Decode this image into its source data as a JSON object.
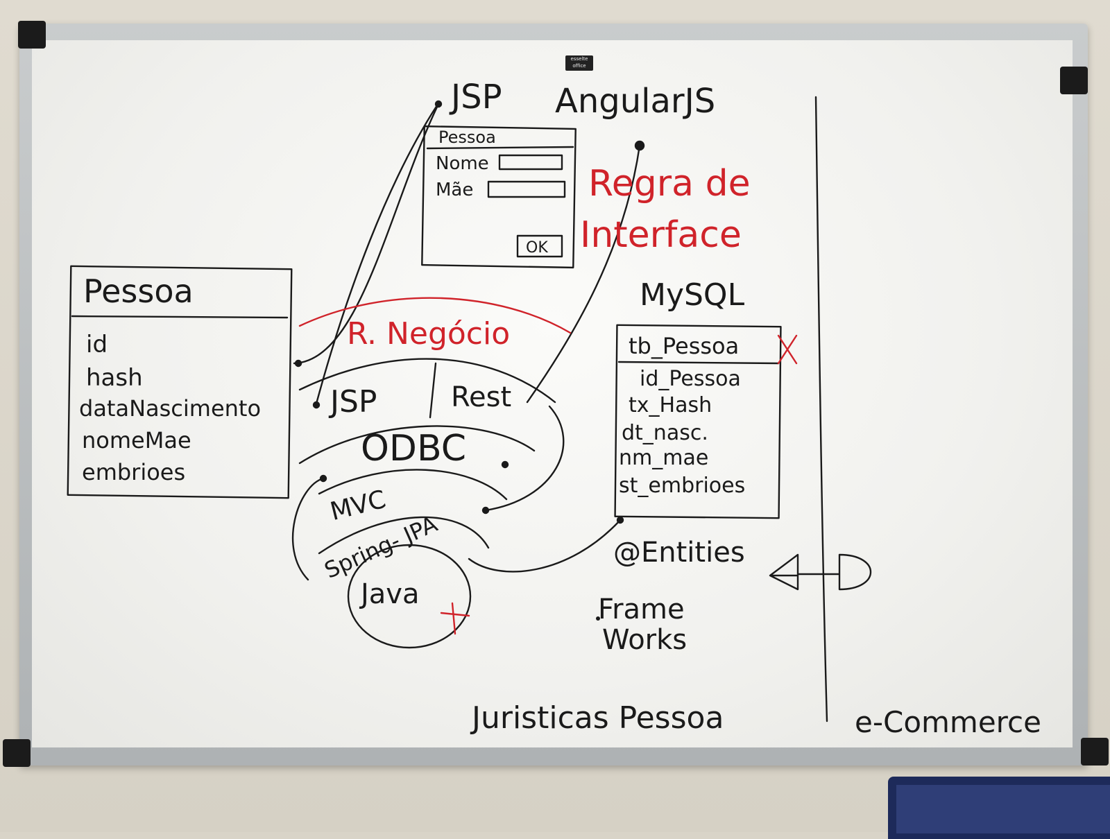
{
  "board": {
    "brand": "esselte office"
  },
  "texts": {
    "jsp_top": "JSP",
    "angularjs": "AngularJS",
    "form_title": "Pessoa",
    "form_nome": "Nome",
    "form_mae": "Mãe",
    "form_ok": "OK",
    "regra_line1": "Regra de",
    "regra_line2": "Interface",
    "mysql": "MySQL",
    "table_name": "tb_Pessoa",
    "col1": "id_Pessoa",
    "col2": "tx_Hash",
    "col3": "dt_nasc.",
    "col4": "nm_mae",
    "col5": "st_embrioes",
    "class_name": "Pessoa",
    "attr1": "id",
    "attr2": "hash",
    "attr3": "dataNascimento",
    "attr4": "nomeMae",
    "attr5": "embrioes",
    "r_negocio": "R. Negócio",
    "jsp_mid": "JSP",
    "rest": "Rest",
    "odbc": "ODBC",
    "mvc": "MVC",
    "spring_jpa": "Spring- JPA",
    "java": "Java",
    "entities": "@Entities",
    "frame_line1": "Frame",
    "frame_line2": "Works",
    "juristicas": "Juristicas Pessoa",
    "ecommerce": "e-Commerce"
  },
  "colors": {
    "marker_black": "#1a1a1a",
    "marker_red": "#d0232a"
  }
}
